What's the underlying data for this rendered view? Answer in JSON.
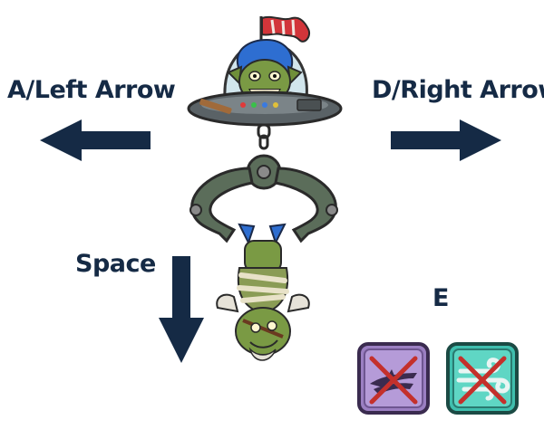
{
  "controls": {
    "left_label": "A/Left Arrow",
    "right_label": "D/Right Arrow",
    "drop_label": "Space",
    "ability_label": "E"
  },
  "icons": {
    "left": "arrow-left-icon",
    "right": "arrow-right-icon",
    "down": "arrow-down-icon",
    "ability_1": "dash-disabled-icon",
    "ability_2": "wind-disabled-icon"
  },
  "colors": {
    "arrow": "#152a45",
    "ability_1_bg": "#9b7fc2",
    "ability_1_border": "#3a2b4f",
    "ability_2_bg": "#3fbfae",
    "ability_2_border": "#1b4a44",
    "cross": "#c4302b"
  }
}
